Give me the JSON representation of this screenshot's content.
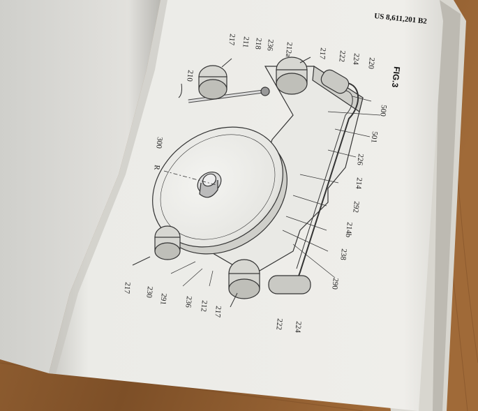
{
  "header": {
    "patent_number": "US 8,611,201 B2"
  },
  "figure": {
    "title": "FIG.3"
  },
  "labels": {
    "l210": "210",
    "l217_top_left": "217",
    "l211": "211",
    "l218": "218",
    "l236_top": "236",
    "l212a": "212a",
    "l217_top_right": "217",
    "l222_top": "222",
    "l224_top": "224",
    "l220": "220",
    "l500": "500",
    "l501": "501",
    "l226": "226",
    "l214": "214",
    "l292": "292",
    "l214b": "214b",
    "l238": "238",
    "l290": "290",
    "l300": "300",
    "lR": "R",
    "l217_left": "217",
    "l230": "230",
    "l291": "291",
    "l236_bottom": "236",
    "l212": "212",
    "l217_bottom": "217",
    "l222_bottom": "222",
    "l224_bottom": "224"
  }
}
